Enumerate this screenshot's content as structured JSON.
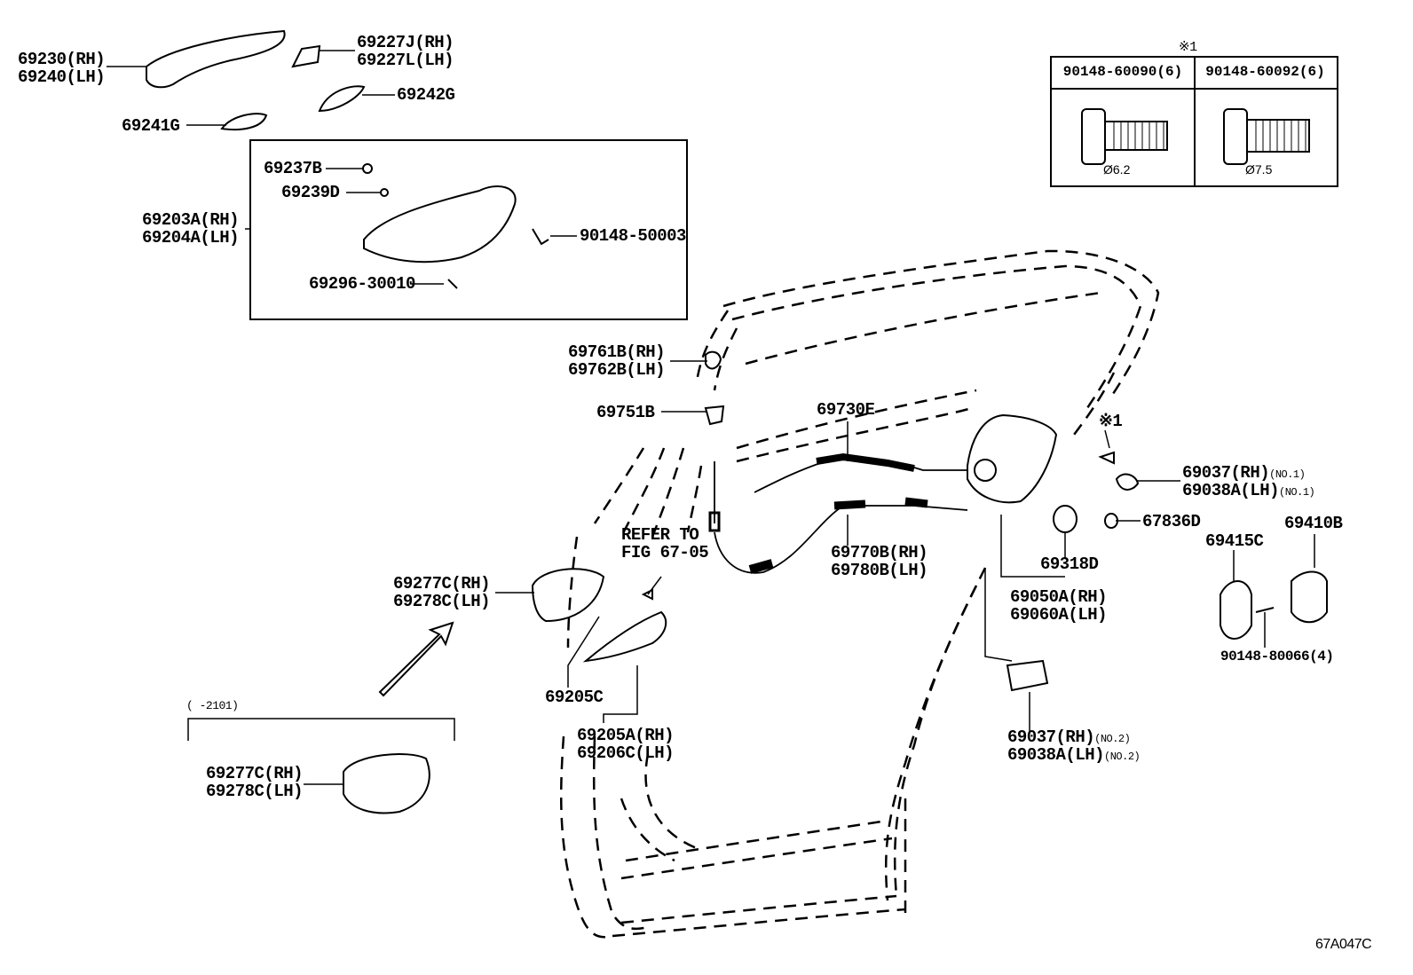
{
  "diagram_code": "67A047C",
  "note_symbol": "※1",
  "fastener_table": {
    "note": "※1",
    "columns": [
      {
        "part_no": "90148-60090(6)",
        "diameter": "Ø6.2"
      },
      {
        "part_no": "90148-60092(6)",
        "diameter": "Ø7.5"
      }
    ]
  },
  "labels": {
    "l69230": "69230(RH)",
    "l69240": "69240(LH)",
    "l69227j": "69227J(RH)",
    "l69227l": "69227L(LH)",
    "l69242g": "69242G",
    "l69241g": "69241G",
    "l69237b": "69237B",
    "l69239d": "69239D",
    "l69203a": "69203A(RH)",
    "l69204a": "69204A(LH)",
    "l90148_50003": "90148-50003",
    "l69296": "69296-30010",
    "l69761b": "69761B(RH)",
    "l69762b": "69762B(LH)",
    "l69751b": "69751B",
    "l69730e": "69730E",
    "note1b": "※1",
    "l69037a": "69037(RH)",
    "l69037a_no": "(NO.1)",
    "l69038a": "69038A(LH)",
    "l69038a_no": "(NO.1)",
    "l67836d": "67836D",
    "l69410b": "69410B",
    "l69415c": "69415C",
    "refer1": "REFER TO",
    "refer2": "FIG 67-05",
    "l69770b": "69770B(RH)",
    "l69780b": "69780B(LH)",
    "l69318d": "69318D",
    "l69050a": "69050A(RH)",
    "l69060a": "69060A(LH)",
    "l90148_80066": "90148-80066(4)",
    "l69277c": "69277C(RH)",
    "l69278c": "69278C(LH)",
    "l69205c": "69205C",
    "l69205a": "69205A(RH)",
    "l69206c": "69206C(LH)",
    "l69037b": "69037(RH)",
    "l69037b_no": "(NO.2)",
    "l69038b": "69038A(LH)",
    "l69038b_no": "(NO.2)",
    "range": "(    -2101)",
    "l69277c_b": "69277C(RH)",
    "l69278c_b": "69278C(LH)"
  }
}
